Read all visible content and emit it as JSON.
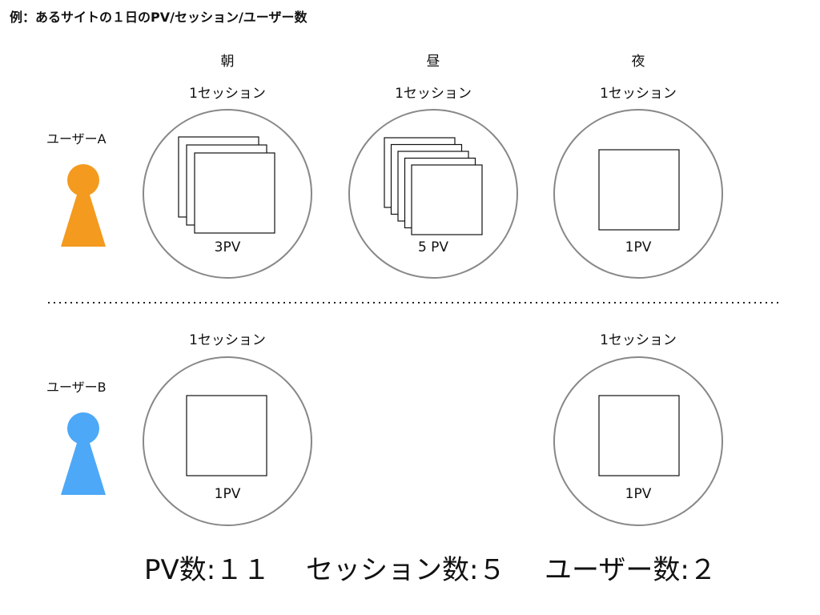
{
  "title": "例：あるサイトの１日のPV/セッション/ユーザー数",
  "times": [
    "朝",
    "昼",
    "夜"
  ],
  "session_label": "1セッション",
  "users": [
    {
      "name": "ユーザーA",
      "color": "#F39A1F",
      "sessions": [
        {
          "time": "朝",
          "pv_label": "3PV",
          "pages": 3
        },
        {
          "time": "昼",
          "pv_label": "5 PV",
          "pages": 5
        },
        {
          "time": "夜",
          "pv_label": "1PV",
          "pages": 1
        }
      ]
    },
    {
      "name": "ユーザーB",
      "color": "#4DA8F7",
      "sessions": [
        {
          "time": "朝",
          "pv_label": "1PV",
          "pages": 1
        },
        {
          "time": "夜",
          "pv_label": "1PV",
          "pages": 1
        }
      ]
    }
  ],
  "summary": {
    "pv": "PV数:１１",
    "sessions": "セッション数:５",
    "users": "ユーザー数:２"
  }
}
